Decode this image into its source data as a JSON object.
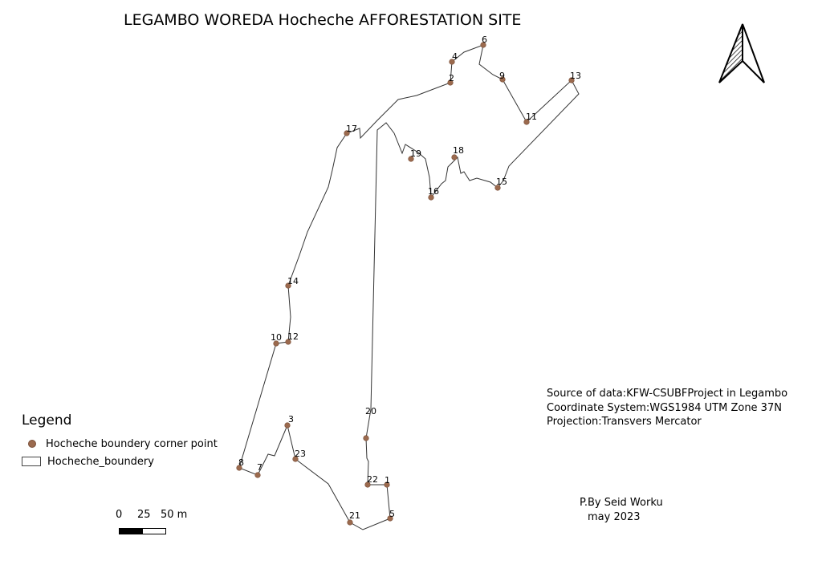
{
  "title": "LEGAMBO WOREDA Hocheche AFFORESTATION SITE",
  "legend": {
    "title": "Legend",
    "items": [
      {
        "label": "Hocheche boundery corner point",
        "symbol": "point"
      },
      {
        "label": "Hocheche_boundery",
        "symbol": "polygon"
      }
    ]
  },
  "scalebar": {
    "labels": [
      "0",
      "25",
      "50 m"
    ]
  },
  "source": {
    "line1": "Source of data:KFW-CSUBFProject in Legambo",
    "line2": "Coordinate System:WGS1984 UTM Zone 37N",
    "line3": "Projection:Transvers Mercator"
  },
  "credit": {
    "author": "P.By Seid Worku",
    "date": "may 2023"
  },
  "north_arrow": {
    "icon": "north-arrow-icon"
  },
  "colors": {
    "point_fill": "#9b6a4e",
    "boundary_stroke": "#333333"
  },
  "points": [
    {
      "label": "1"
    },
    {
      "label": "2"
    },
    {
      "label": "3"
    },
    {
      "label": "4"
    },
    {
      "label": "5"
    },
    {
      "label": "6"
    },
    {
      "label": "7"
    },
    {
      "label": "8"
    },
    {
      "label": "9"
    },
    {
      "label": "10"
    },
    {
      "label": "11"
    },
    {
      "label": "12"
    },
    {
      "label": "13"
    },
    {
      "label": "14"
    },
    {
      "label": "15"
    },
    {
      "label": "16"
    },
    {
      "label": "17"
    },
    {
      "label": "18"
    },
    {
      "label": "19"
    },
    {
      "label": "20"
    },
    {
      "label": "21"
    },
    {
      "label": "22"
    },
    {
      "label": "23"
    }
  ]
}
